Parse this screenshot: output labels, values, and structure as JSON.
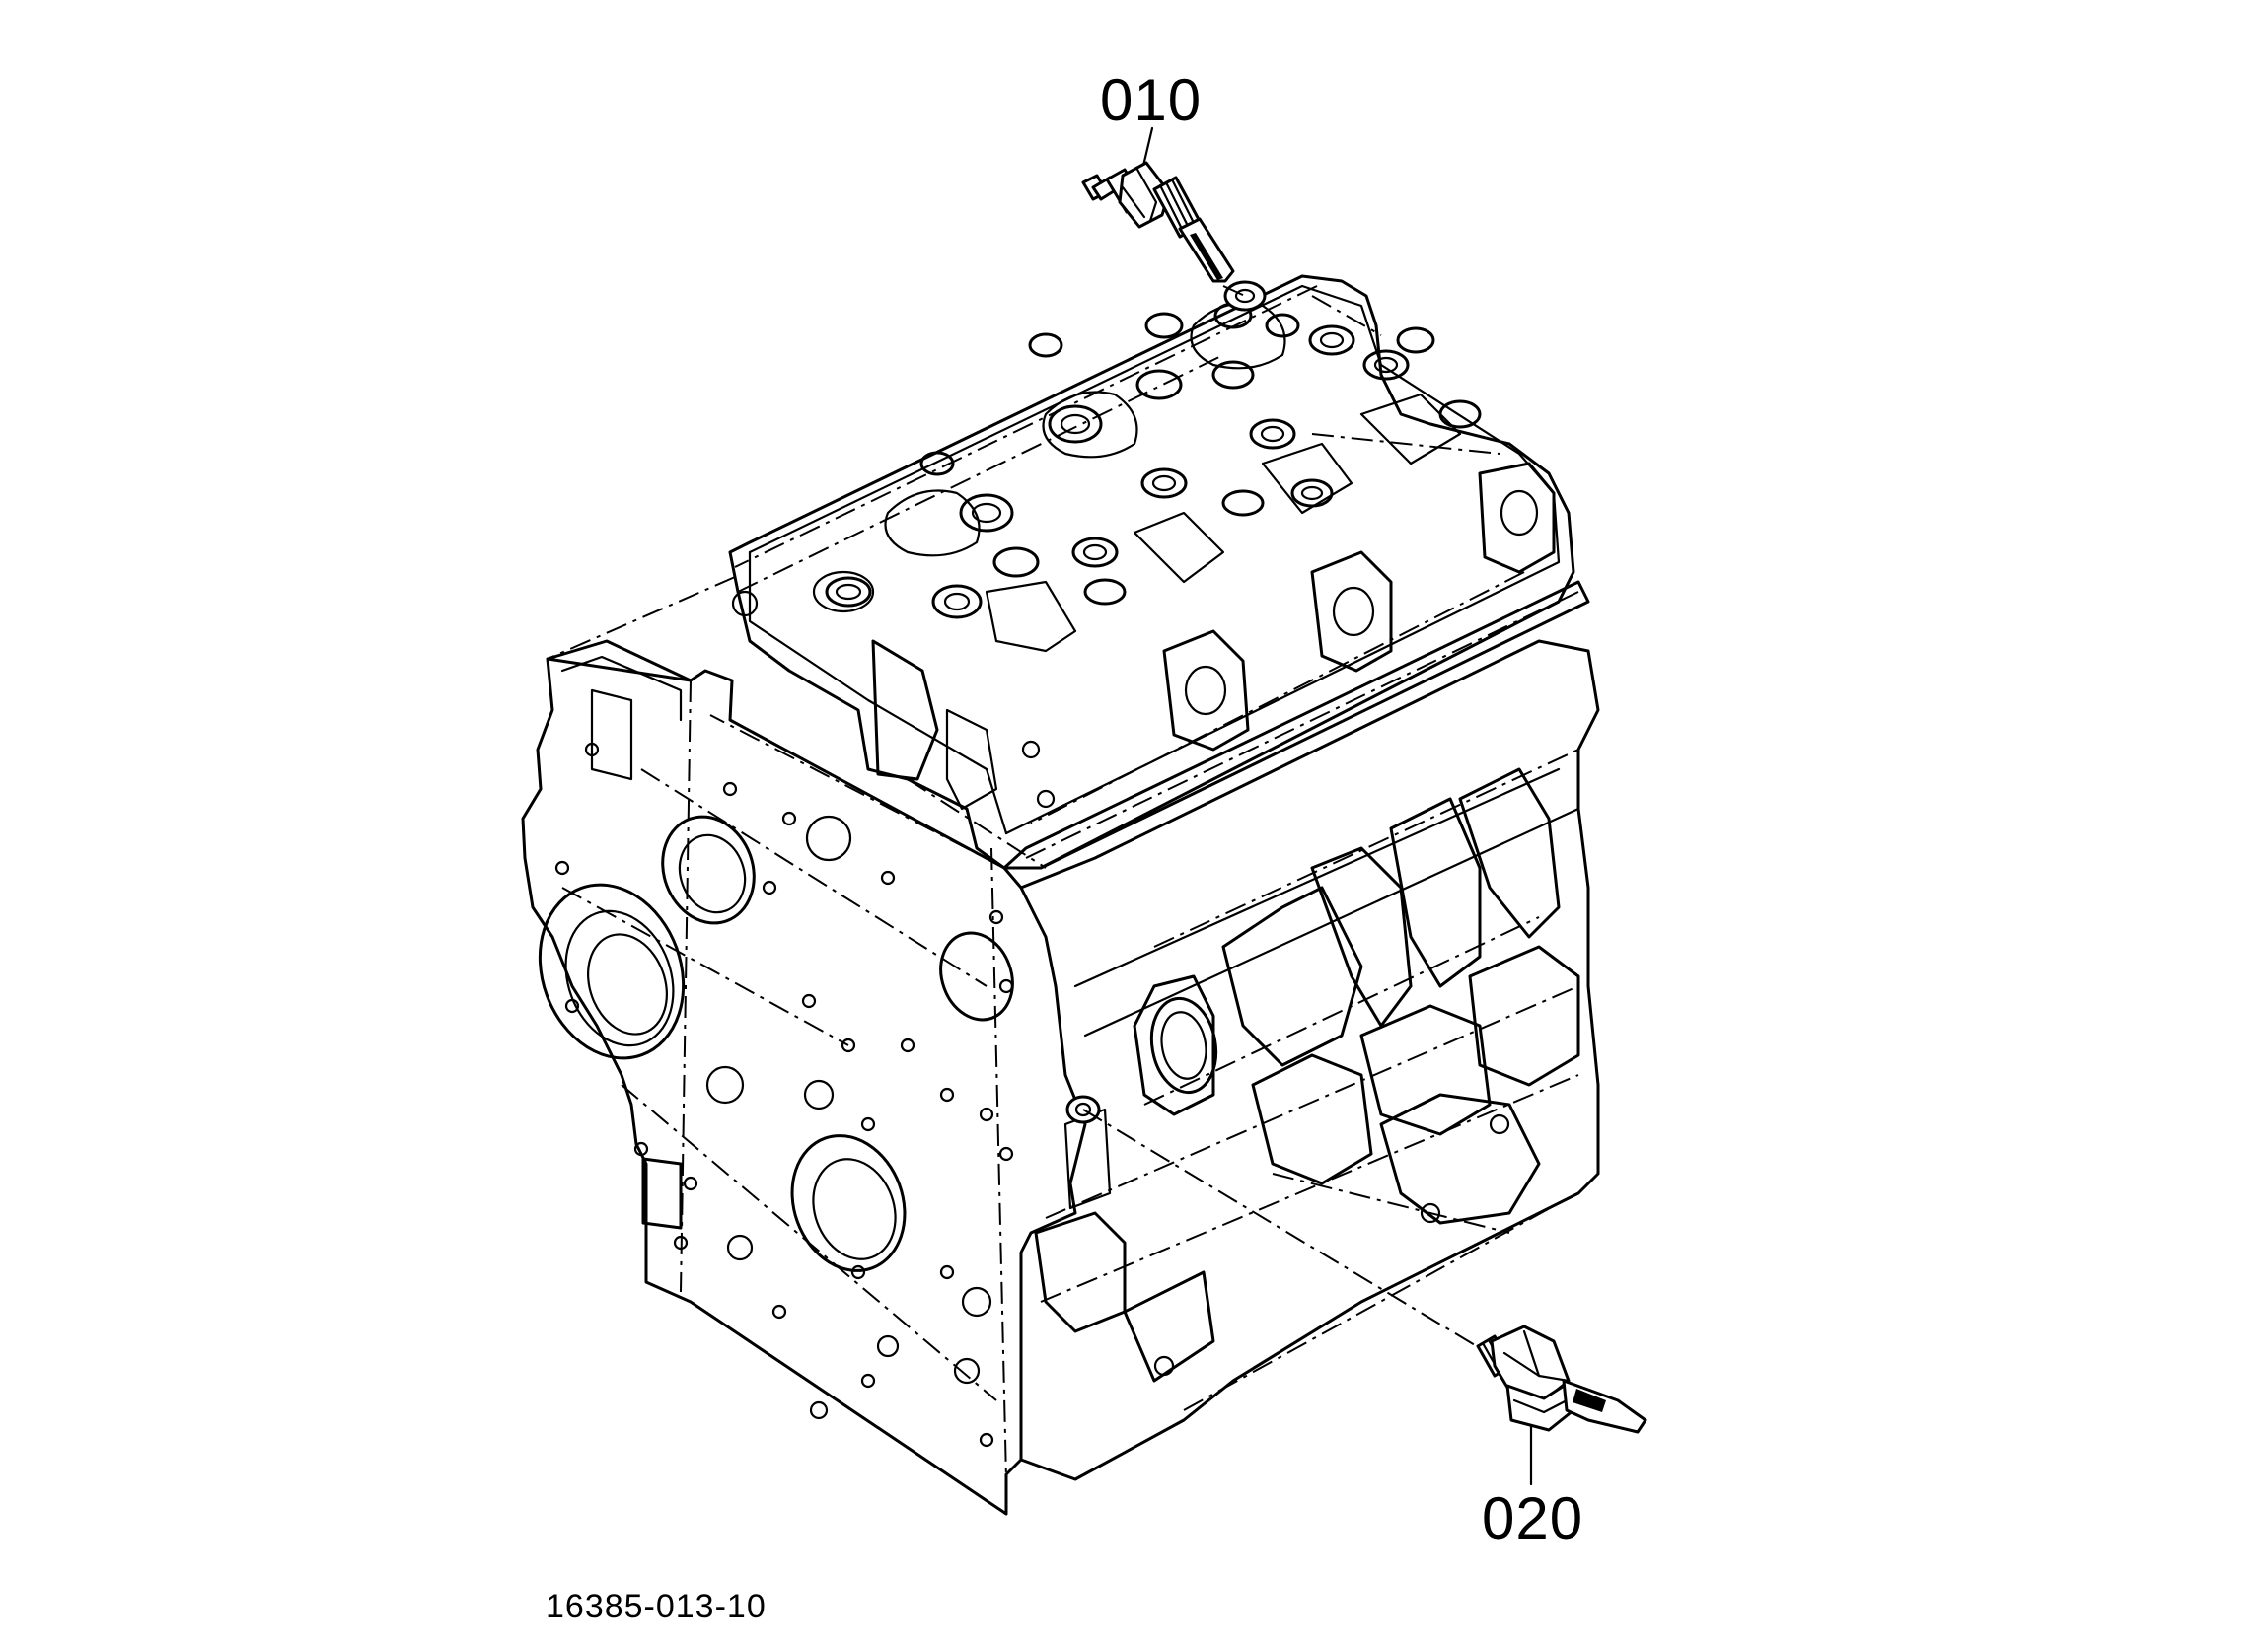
{
  "parts": [
    {
      "callout": "010",
      "icon": "temperature-sensor-icon"
    },
    {
      "callout": "020",
      "icon": "oil-pressure-switch-icon"
    }
  ],
  "drawing_number": "16385-013-10",
  "colors": {
    "line": "#000000",
    "background": "#ffffff"
  }
}
